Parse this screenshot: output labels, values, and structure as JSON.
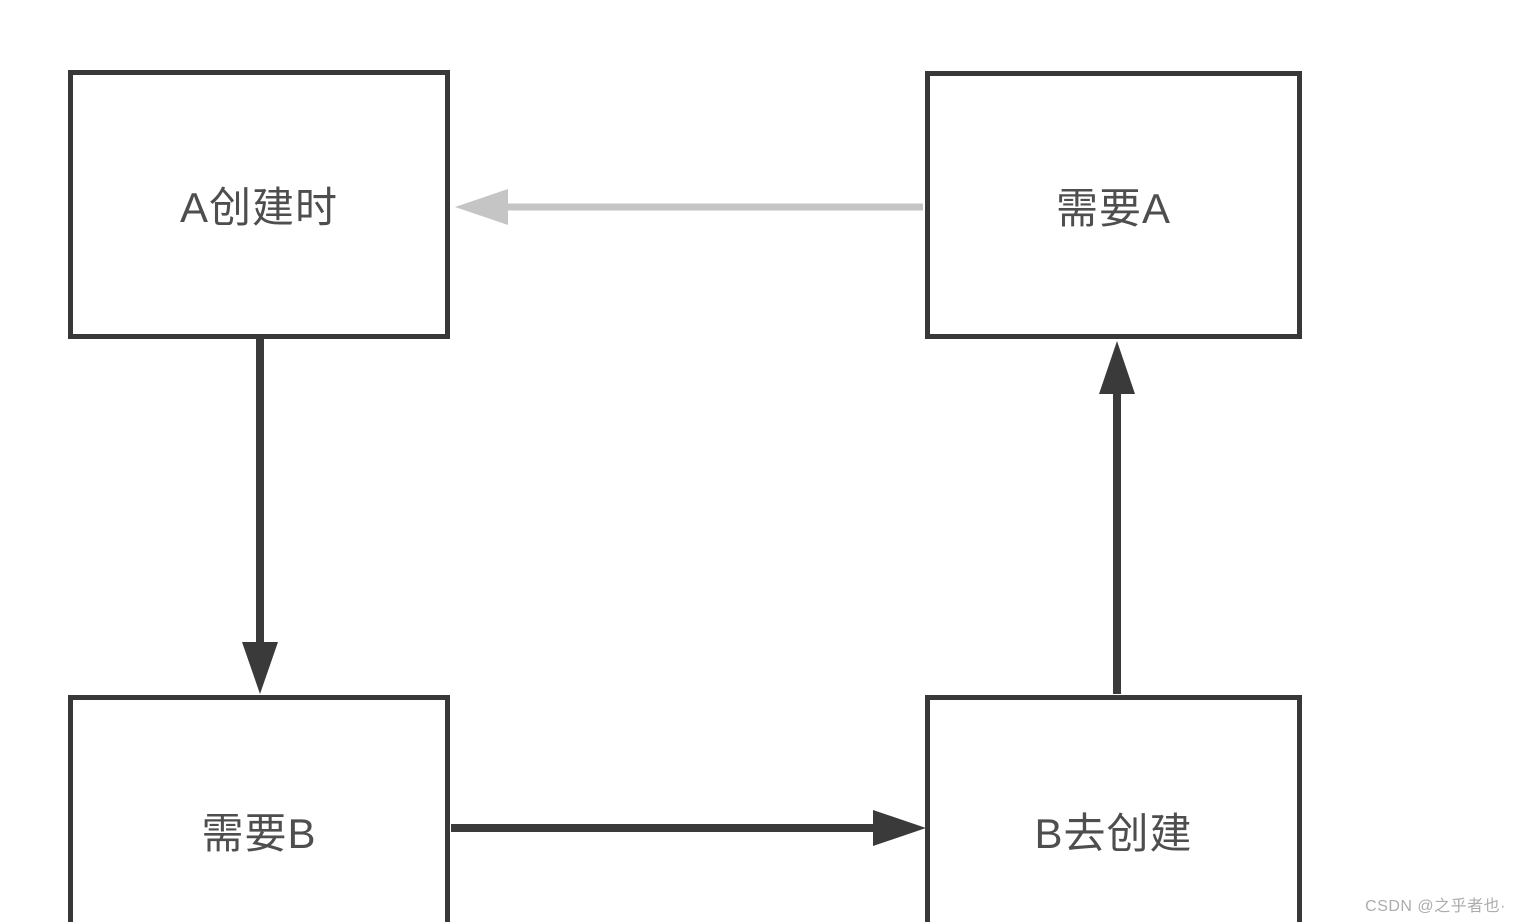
{
  "diagram": {
    "title": "circular-dependency-flow",
    "nodes": [
      {
        "id": "a-create",
        "label": "A创建时",
        "position": "top-left"
      },
      {
        "id": "need-a",
        "label": "需要A",
        "position": "top-right"
      },
      {
        "id": "need-b",
        "label": "需要B",
        "position": "bottom-left"
      },
      {
        "id": "b-create",
        "label": "B去创建",
        "position": "bottom-right"
      }
    ],
    "edges": [
      {
        "from": "need-a",
        "to": "a-create",
        "direction": "left",
        "style": "light"
      },
      {
        "from": "a-create",
        "to": "need-b",
        "direction": "down",
        "style": "dark"
      },
      {
        "from": "need-b",
        "to": "b-create",
        "direction": "right",
        "style": "dark"
      },
      {
        "from": "b-create",
        "to": "need-a",
        "direction": "up",
        "style": "dark"
      }
    ]
  },
  "colors": {
    "background": "#ffffff",
    "box_border": "#383838",
    "node_text": "#4e4e4e",
    "arrow_dark": "#3a3a3a",
    "arrow_light": "#c5c5c5",
    "watermark": "#acacac"
  },
  "watermark": {
    "text": "CSDN @之乎者也·"
  }
}
